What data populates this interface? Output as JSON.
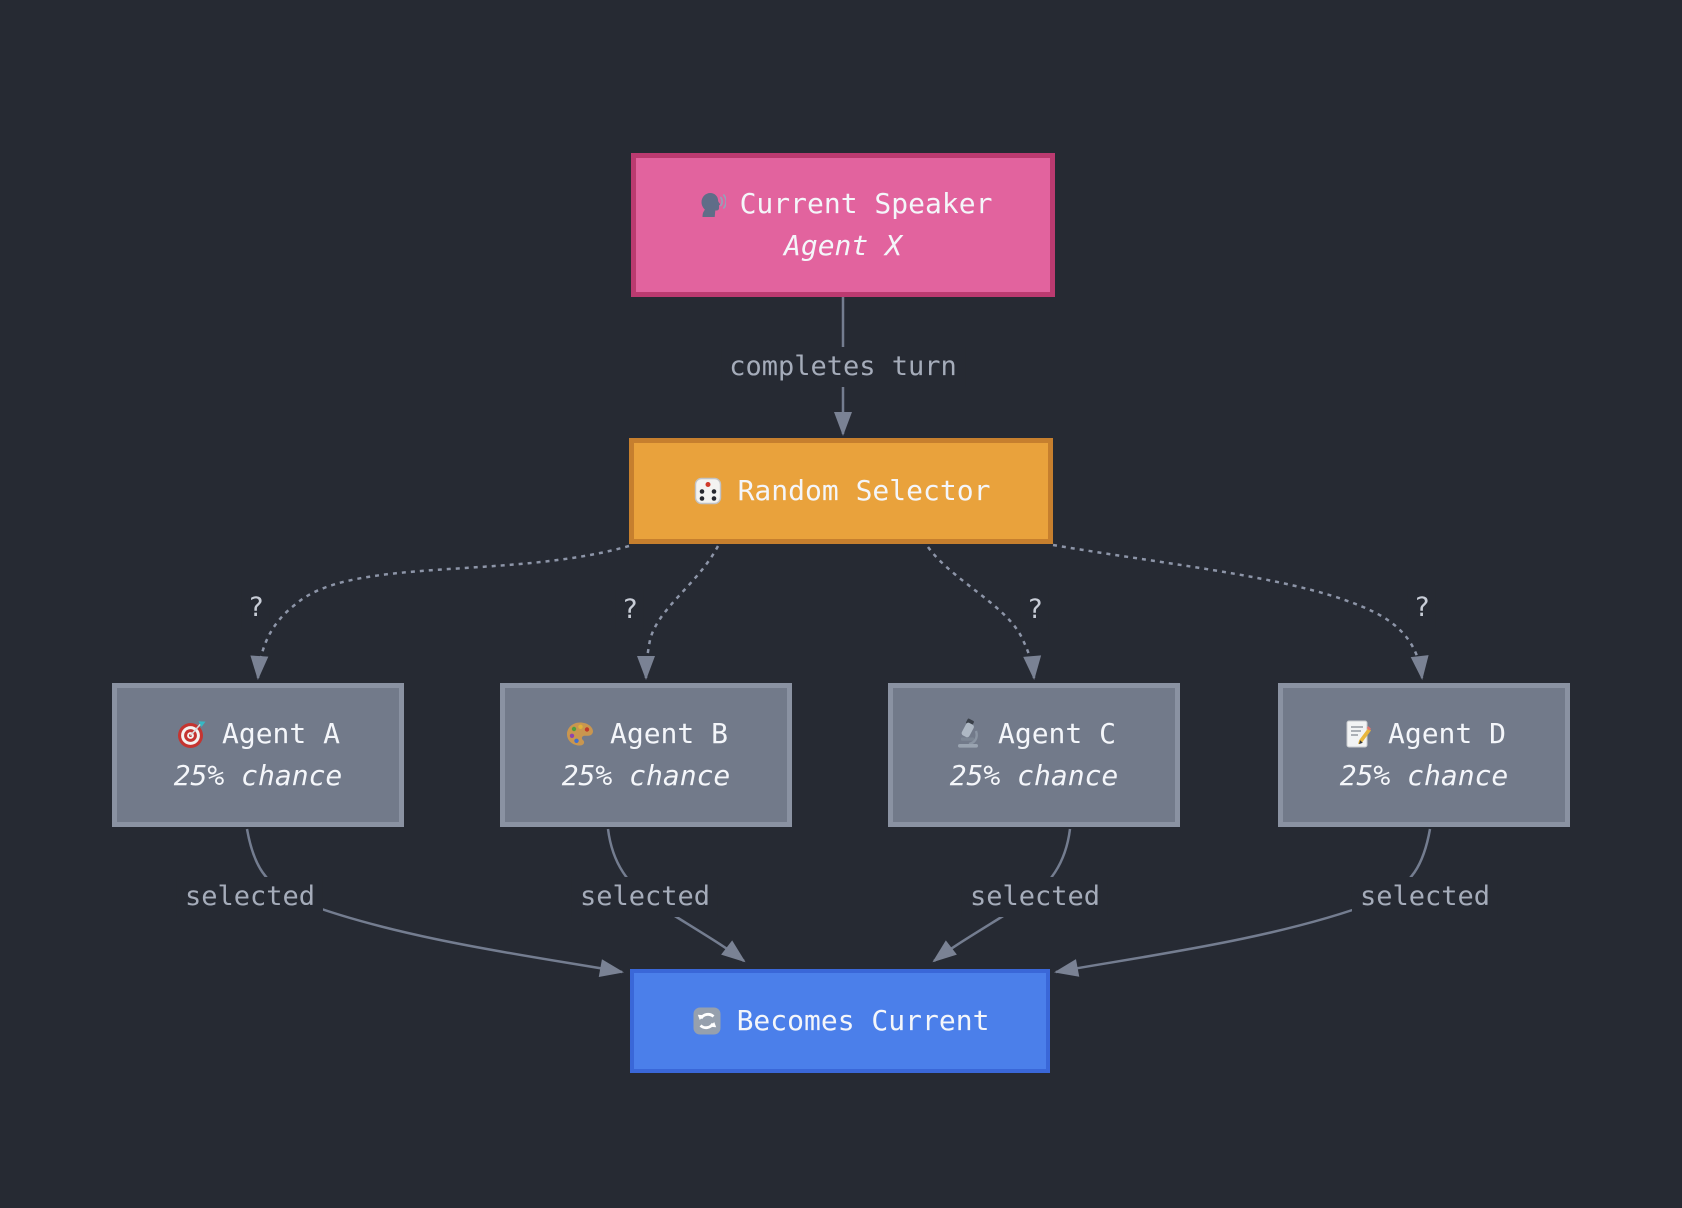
{
  "diagram": {
    "type": "flowchart",
    "background_color": "#262a33",
    "edge_color": "#747d90",
    "dashed_edge_color": "#8d95a8",
    "edge_label_color": "#a5acba",
    "nodes": {
      "current_speaker": {
        "label": "Current Speaker",
        "sublabel": "Agent X",
        "icon": "speaking-head-icon",
        "fill": "#e2639e",
        "border": "#bb3a70"
      },
      "random_selector": {
        "label": "Random Selector",
        "icon": "game-die-icon",
        "fill": "#e9a23c",
        "border": "#c67f2e"
      },
      "agent_a": {
        "label": "Agent A",
        "sublabel": "25% chance",
        "icon": "target-icon",
        "fill": "#727a8a",
        "border": "#8a92a2"
      },
      "agent_b": {
        "label": "Agent B",
        "sublabel": "25% chance",
        "icon": "artist-palette-icon",
        "fill": "#727a8a",
        "border": "#8a92a2"
      },
      "agent_c": {
        "label": "Agent C",
        "sublabel": "25% chance",
        "icon": "microscope-icon",
        "fill": "#727a8a",
        "border": "#8a92a2"
      },
      "agent_d": {
        "label": "Agent D",
        "sublabel": "25% chance",
        "icon": "memo-icon",
        "fill": "#727a8a",
        "border": "#8a92a2"
      },
      "becomes_current": {
        "label": "Becomes Current",
        "icon": "counterclockwise-arrows-icon",
        "fill": "#4b7fea",
        "border": "#3a67d8"
      }
    },
    "edges": {
      "turn_label": "completes turn",
      "question_labels": [
        "?",
        "?",
        "?",
        "?"
      ],
      "selected_labels": [
        "selected",
        "selected",
        "selected",
        "selected"
      ]
    }
  }
}
